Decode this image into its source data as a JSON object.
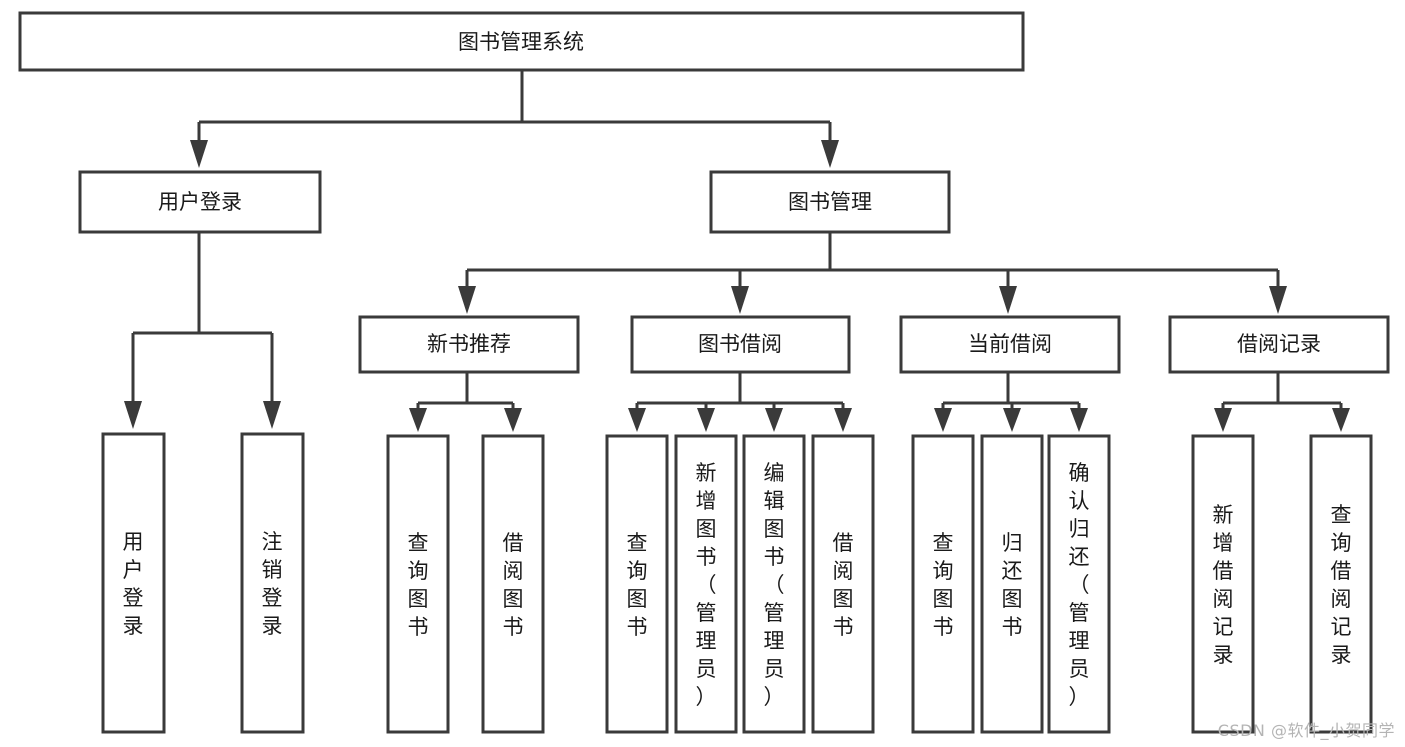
{
  "diagram": {
    "type": "tree-hierarchy",
    "title": "图书管理系统",
    "watermark": "CSDN @软件_小贺同学",
    "colors": {
      "box_stroke": "#3a3a3a",
      "box_fill": "#ffffff",
      "text": "#1a1a1a",
      "connector": "#3a3a3a",
      "watermark": "#b4b4b4",
      "background": "#ffffff"
    },
    "root": {
      "label": "图书管理系统",
      "orientation": "horizontal"
    },
    "level1": [
      {
        "label": "用户登录",
        "orientation": "horizontal"
      },
      {
        "label": "图书管理",
        "orientation": "horizontal"
      }
    ],
    "level2": [
      {
        "label": "新书推荐",
        "orientation": "horizontal",
        "parent": "图书管理"
      },
      {
        "label": "图书借阅",
        "orientation": "horizontal",
        "parent": "图书管理"
      },
      {
        "label": "当前借阅",
        "orientation": "horizontal",
        "parent": "图书管理"
      },
      {
        "label": "借阅记录",
        "orientation": "horizontal",
        "parent": "图书管理"
      }
    ],
    "leaves": [
      {
        "label": "用户登录",
        "parent": "用户登录",
        "orientation": "vertical"
      },
      {
        "label": "注销登录",
        "parent": "用户登录",
        "orientation": "vertical"
      },
      {
        "label": "查询图书",
        "parent": "新书推荐",
        "orientation": "vertical"
      },
      {
        "label": "借阅图书",
        "parent": "新书推荐",
        "orientation": "vertical"
      },
      {
        "label": "查询图书",
        "parent": "图书借阅",
        "orientation": "vertical"
      },
      {
        "label": "新增图书（管理员）",
        "parent": "图书借阅",
        "orientation": "vertical"
      },
      {
        "label": "编辑图书（管理员）",
        "parent": "图书借阅",
        "orientation": "vertical"
      },
      {
        "label": "借阅图书",
        "parent": "图书借阅",
        "orientation": "vertical"
      },
      {
        "label": "查询图书",
        "parent": "当前借阅",
        "orientation": "vertical"
      },
      {
        "label": "归还图书",
        "parent": "当前借阅",
        "orientation": "vertical"
      },
      {
        "label": "确认归还（管理员）",
        "parent": "当前借阅",
        "orientation": "vertical"
      },
      {
        "label": "新增借阅记录",
        "parent": "借阅记录",
        "orientation": "vertical"
      },
      {
        "label": "查询借阅记录",
        "parent": "借阅记录",
        "orientation": "vertical"
      }
    ]
  }
}
